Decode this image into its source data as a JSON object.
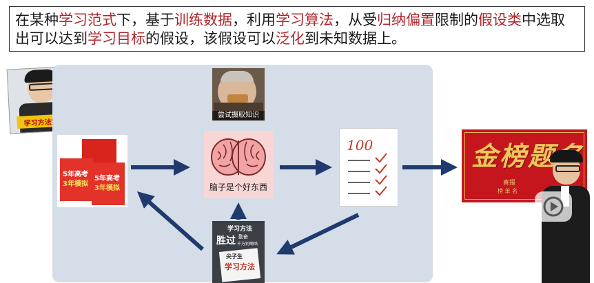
{
  "definition": {
    "parts": [
      {
        "text": "在某种",
        "hl": false
      },
      {
        "text": "学习范式",
        "hl": true
      },
      {
        "text": "下，基于",
        "hl": false
      },
      {
        "text": "训练数据",
        "hl": true
      },
      {
        "text": "，利用",
        "hl": false
      },
      {
        "text": "学习算法",
        "hl": true
      },
      {
        "text": "，从受",
        "hl": false
      },
      {
        "text": "归纳偏置",
        "hl": true
      },
      {
        "text": "限制的",
        "hl": false
      },
      {
        "text": "假设类",
        "hl": true
      },
      {
        "text": "中选取出可以达到",
        "hl": false
      },
      {
        "text": "学习目标",
        "hl": true
      },
      {
        "text": "的假设，该假设可以",
        "hl": false
      },
      {
        "text": "泛化",
        "hl": true
      },
      {
        "text": "到未知数据上。",
        "hl": false
      }
    ]
  },
  "diagram": {
    "old_man_caption": "尝试摄取知识",
    "brain_caption": "脑子是个好东西",
    "checklist_score": "100",
    "books_label_1": "5年高考",
    "books_label_2": "3年模拟",
    "method_book_title": "学习方法",
    "method_book_sub": "胜过",
    "method_book_sub2": "勤奋",
    "method_book_sub3": "千万别嘀咕",
    "method_book_lower": "学习方法",
    "method_book_lower_top": "尖子生",
    "gold_banner_text": "金榜题名",
    "gold_banner_sub": "喜报",
    "gold_banner_sub2": "榜 单 名",
    "thumbnail_text": "学习方法宝典"
  },
  "colors": {
    "highlight": "#b0262b",
    "panel": "#d5dde8",
    "arrow": "#1f3a6e",
    "banner": "#c4161c"
  }
}
